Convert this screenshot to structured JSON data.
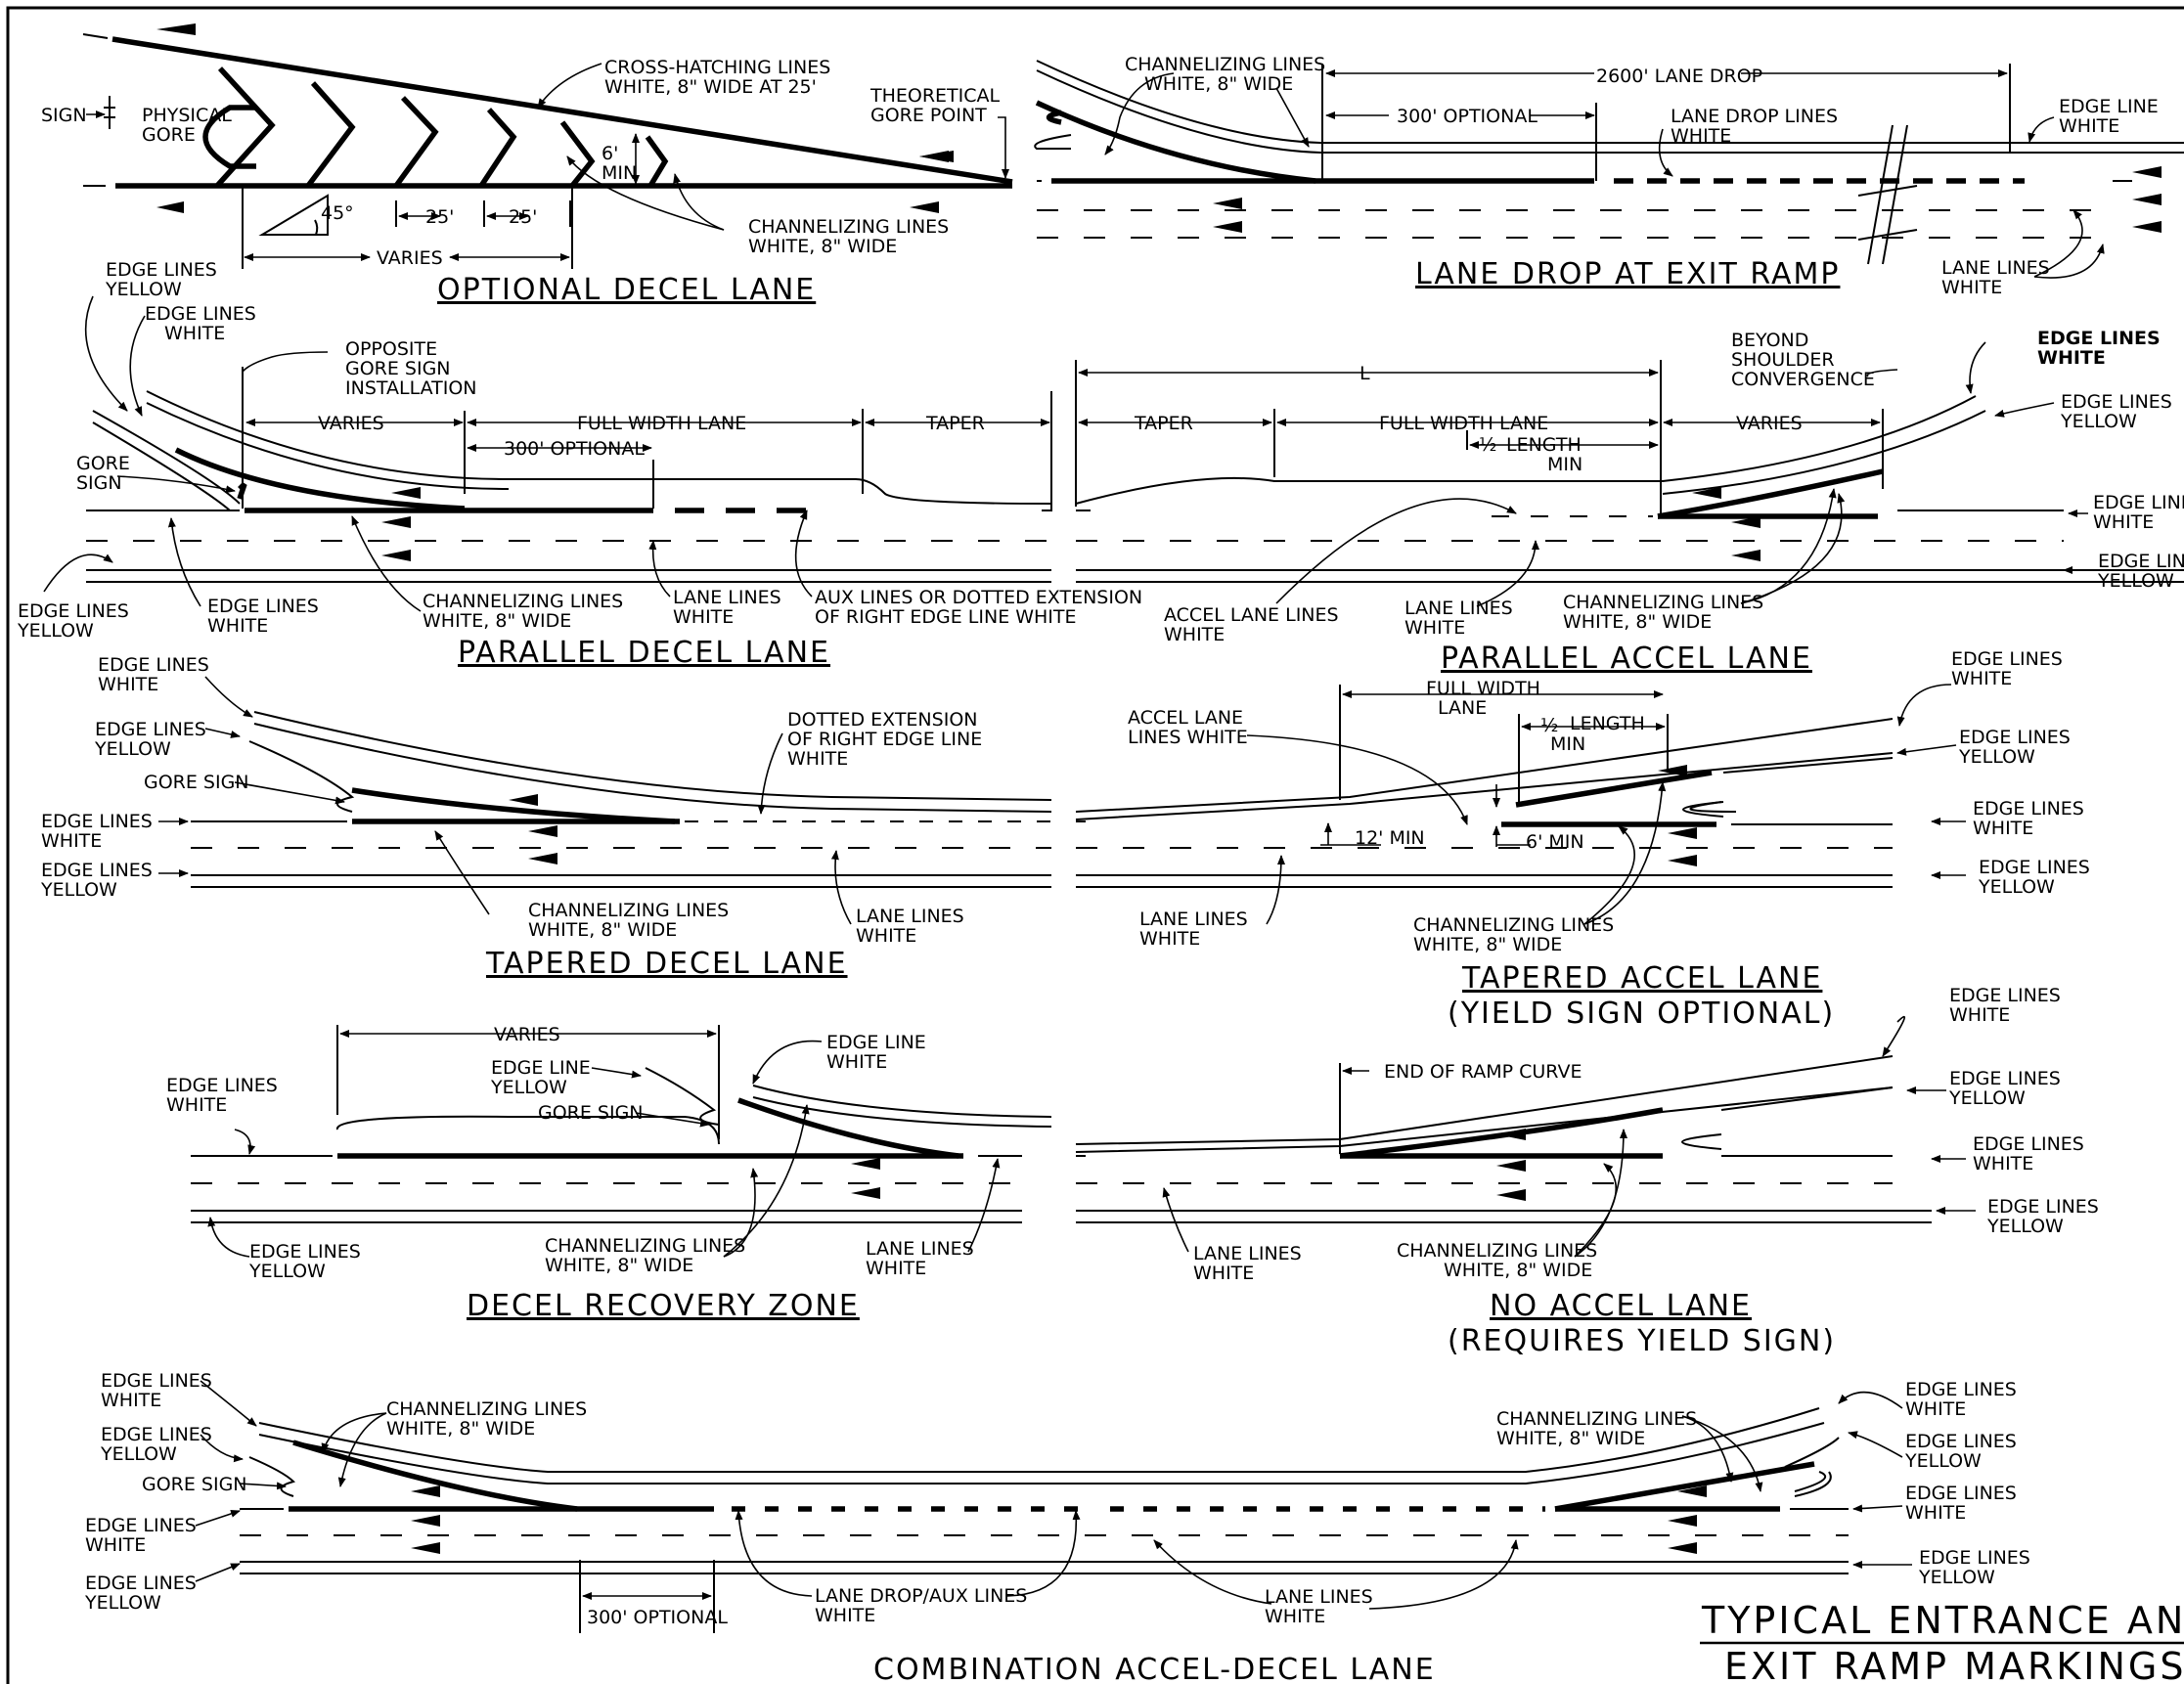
{
  "panels": {
    "optional_decel": {
      "title": "OPTIONAL DECEL LANE",
      "sign": "SIGN",
      "physical_gore": [
        "PHYSICAL",
        "GORE"
      ],
      "crosshatch": [
        "CROSS-HATCHING LINES",
        "WHITE, 8\" WIDE AT 25'"
      ],
      "theoretical_gore": [
        "THEORETICAL",
        "GORE POINT"
      ],
      "six_min": [
        "6'",
        "MIN"
      ],
      "angle": "45°",
      "spacing": "25'",
      "varies": "VARIES",
      "channelizing": [
        "CHANNELIZING LINES",
        "WHITE, 8\" WIDE"
      ]
    },
    "lane_drop": {
      "title": "LANE DROP AT EXIT RAMP",
      "channelizing": [
        "CHANNELIZING LINES",
        "WHITE, 8\" WIDE"
      ],
      "drop_2600": "2600' LANE DROP",
      "optional_300": "300' OPTIONAL",
      "lane_drop_lines": [
        "LANE DROP LINES",
        "WHITE"
      ],
      "edge_line": [
        "EDGE LINE",
        "WHITE"
      ],
      "lane_lines": [
        "LANE LINES",
        "WHITE"
      ]
    },
    "parallel_decel": {
      "title": "PARALLEL DECEL LANE",
      "edge_yellow_top": [
        "EDGE LINES",
        "YELLOW"
      ],
      "edge_white_top": [
        "EDGE LINES",
        "WHITE"
      ],
      "opposite_gore": [
        "OPPOSITE",
        "GORE SIGN",
        "INSTALLATION"
      ],
      "varies": "VARIES",
      "full_width": "FULL WIDTH LANE",
      "taper": "TAPER",
      "optional_300": "300' OPTIONAL",
      "gore_sign": [
        "GORE",
        "SIGN"
      ],
      "edge_yellow_bot": [
        "EDGE LINES",
        "YELLOW"
      ],
      "edge_white_bot": [
        "EDGE LINES",
        "WHITE"
      ],
      "channelizing": [
        "CHANNELIZING LINES",
        "WHITE, 8\" WIDE"
      ],
      "lane_lines": [
        "LANE LINES",
        "WHITE"
      ],
      "aux_lines": [
        "AUX LINES OR DOTTED EXTENSION",
        "OF RIGHT EDGE LINE WHITE"
      ]
    },
    "parallel_accel": {
      "title": "PARALLEL ACCEL LANE",
      "l": "L",
      "taper": "TAPER",
      "full_width": "FULL WIDTH LANE",
      "half": "½",
      "length": "LENGTH",
      "min": "MIN",
      "varies": "VARIES",
      "beyond": [
        "BEYOND",
        "SHOULDER",
        "CONVERGENCE"
      ],
      "edge_white_top": [
        "EDGE LINES",
        "WHITE"
      ],
      "edge_yellow_top": [
        "EDGE LINES",
        "YELLOW"
      ],
      "edge_white_right": [
        "EDGE LINES",
        "WHITE"
      ],
      "edge_yellow_right": [
        "EDGE LINES",
        "YELLOW"
      ],
      "accel_lane_lines": [
        "ACCEL LANE LINES",
        "WHITE"
      ],
      "lane_lines": [
        "LANE LINES",
        "WHITE"
      ],
      "channelizing": [
        "CHANNELIZING LINES",
        "WHITE, 8\" WIDE"
      ]
    },
    "tapered_decel": {
      "title": "TAPERED DECEL LANE",
      "edge_white_top": [
        "EDGE LINES",
        "WHITE"
      ],
      "edge_yellow_top": [
        "EDGE LINES",
        "YELLOW"
      ],
      "gore_sign": "GORE SIGN",
      "edge_white_left": [
        "EDGE LINES",
        "WHITE"
      ],
      "edge_yellow_left": [
        "EDGE LINES",
        "YELLOW"
      ],
      "dotted": [
        "DOTTED EXTENSION",
        "OF RIGHT EDGE LINE",
        "WHITE"
      ],
      "channelizing": [
        "CHANNELIZING LINES",
        "WHITE, 8\" WIDE"
      ],
      "lane_lines": [
        "LANE LINES",
        "WHITE"
      ]
    },
    "tapered_accel": {
      "title": "TAPERED ACCEL LANE",
      "subtitle": "(YIELD SIGN OPTIONAL)",
      "accel_lane": [
        "ACCEL LANE",
        "LINES WHITE"
      ],
      "full_width": [
        "FULL WIDTH",
        "LANE"
      ],
      "half": "½",
      "length": "LENGTH",
      "min": "MIN",
      "twelve_min": "12' MIN",
      "six_min": "6' MIN",
      "edge_white_top": [
        "EDGE LINES",
        "WHITE"
      ],
      "edge_yellow_top": [
        "EDGE LINES",
        "YELLOW"
      ],
      "edge_white_right": [
        "EDGE LINES",
        "WHITE"
      ],
      "edge_yellow_right": [
        "EDGE LINES",
        "YELLOW"
      ],
      "lane_lines": [
        "LANE LINES",
        "WHITE"
      ],
      "channelizing": [
        "CHANNELIZING LINES",
        "WHITE, 8\" WIDE"
      ]
    },
    "decel_recovery": {
      "title": "DECEL RECOVERY ZONE",
      "varies": "VARIES",
      "edge_line_white": [
        "EDGE LINE",
        "WHITE"
      ],
      "edge_line_yellow": [
        "EDGE LINE",
        "YELLOW"
      ],
      "gore_sign": "GORE SIGN",
      "edge_white": [
        "EDGE LINES",
        "WHITE"
      ],
      "edge_yellow": [
        "EDGE LINES",
        "YELLOW"
      ],
      "channelizing": [
        "CHANNELIZING LINES",
        "WHITE, 8\" WIDE"
      ],
      "lane_lines": [
        "LANE LINES",
        "WHITE"
      ]
    },
    "no_accel": {
      "title": "NO ACCEL LANE",
      "subtitle": "(REQUIRES YIELD SIGN)",
      "end_curve": "END OF RAMP CURVE",
      "edge_white_top": [
        "EDGE LINES",
        "WHITE"
      ],
      "edge_yellow_top": [
        "EDGE LINES",
        "YELLOW"
      ],
      "edge_white_right": [
        "EDGE LINES",
        "WHITE"
      ],
      "edge_yellow_right": [
        "EDGE LINES",
        "YELLOW"
      ],
      "lane_lines": [
        "LANE LINES",
        "WHITE"
      ],
      "channelizing": [
        "CHANNELIZING LINES",
        "WHITE, 8\" WIDE"
      ]
    },
    "combination": {
      "title": "COMBINATION ACCEL-DECEL LANE",
      "edge_white_1": [
        "EDGE LINES",
        "WHITE"
      ],
      "edge_yellow_1": [
        "EDGE LINES",
        "YELLOW"
      ],
      "gore_sign": "GORE SIGN",
      "edge_white_2": [
        "EDGE LINES",
        "WHITE"
      ],
      "edge_yellow_2": [
        "EDGE LINES",
        "YELLOW"
      ],
      "channelizing_left": [
        "CHANNELIZING LINES",
        "WHITE, 8\" WIDE"
      ],
      "channelizing_right": [
        "CHANNELIZING LINES",
        "WHITE, 8\" WIDE"
      ],
      "optional_300": "300' OPTIONAL",
      "lane_drop_aux": [
        "LANE DROP/AUX LINES",
        "WHITE"
      ],
      "lane_lines": [
        "LANE LINES",
        "WHITE"
      ],
      "edge_white_r1": [
        "EDGE LINES",
        "WHITE"
      ],
      "edge_yellow_r1": [
        "EDGE LINES",
        "YELLOW"
      ],
      "edge_white_r2": [
        "EDGE LINES",
        "WHITE"
      ],
      "edge_yellow_r2": [
        "EDGE LINES",
        "YELLOW"
      ]
    }
  },
  "sheet_title": [
    "TYPICAL ENTRANCE AND",
    "EXIT RAMP MARKINGS"
  ]
}
